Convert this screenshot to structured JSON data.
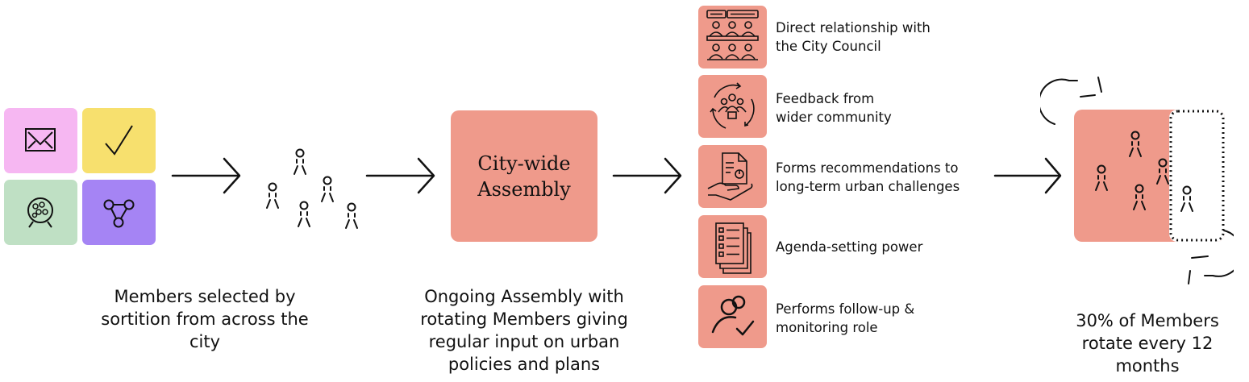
{
  "step1": {
    "caption": "Members selected by sortition from across the city",
    "tiles": [
      {
        "icon": "envelope-icon",
        "color": "#f6b7f2"
      },
      {
        "icon": "check-icon",
        "color": "#f7e06e"
      },
      {
        "icon": "lottery-ball-icon",
        "color": "#bfe0c4"
      },
      {
        "icon": "network-icon",
        "color": "#a584f4"
      }
    ]
  },
  "step2": {
    "title": "City-wide Assembly",
    "caption": "Ongoing Assembly with rotating Members giving regular input on urban policies and plans"
  },
  "features": [
    {
      "icon": "council-meeting-icon",
      "text": "Direct relationship with the City Council"
    },
    {
      "icon": "community-cycle-icon",
      "text": "Feedback from wider community"
    },
    {
      "icon": "document-hand-icon",
      "text": "Forms recommendations to long-term urban challenges"
    },
    {
      "icon": "agenda-list-icon",
      "text": "Agenda-setting power"
    },
    {
      "icon": "user-check-icon",
      "text": "Performs follow-up & monitoring role"
    }
  ],
  "step4": {
    "caption": "30% of Members rotate every 12 months"
  },
  "colors": {
    "accent": "#ef9a8b",
    "ink": "#111111"
  }
}
